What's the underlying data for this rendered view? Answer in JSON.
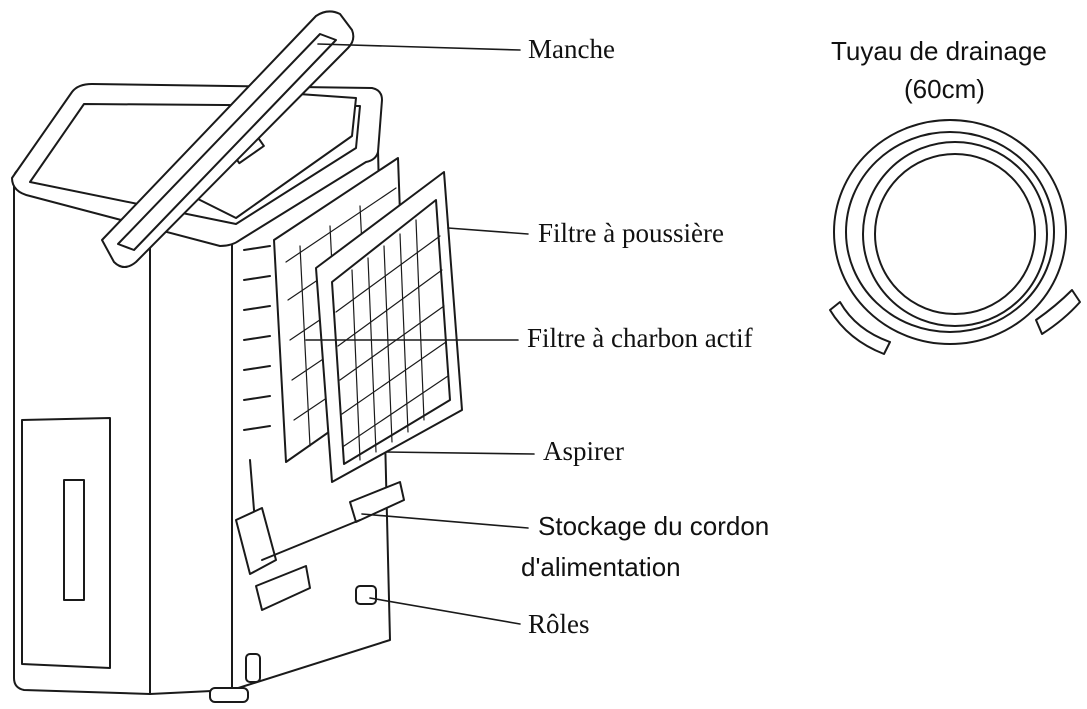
{
  "labels": {
    "handle": "Manche",
    "dust_filter": "Filtre à poussière",
    "carbon_filter": "Filtre à charbon actif",
    "intake": "Aspirer",
    "cord_storage_line1": "Stockage du cordon",
    "cord_storage_line2": "d'alimentation",
    "casters": "Rôles",
    "drain_hose_line1": "Tuyau de drainage",
    "drain_hose_line2": "(60cm)"
  },
  "colors": {
    "line": "#1a1a1a",
    "fill": "#ffffff",
    "background": "#ffffff"
  }
}
